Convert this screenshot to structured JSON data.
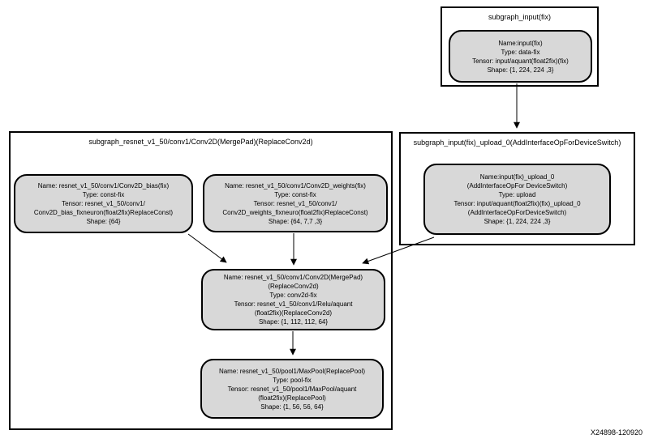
{
  "figure_id": "X24898-120920",
  "colors": {
    "node_fill": "#d8d8d8",
    "border": "#000000",
    "background": "#ffffff"
  },
  "containers": {
    "input_subgraph": {
      "title": "subgraph_input(fix)"
    },
    "conv_subgraph": {
      "title": "subgraph_resnet_v1_50/conv1/Conv2D(MergePad)(ReplaceConv2d)"
    },
    "upload_subgraph": {
      "title": "subgraph_input(fix)_upload_0(AddInterfaceOpForDeviceSwitch)"
    }
  },
  "nodes": {
    "input": {
      "lines": [
        "Name:input(fix)",
        "Type: data-fix",
        "Tensor: input/aquant(float2fix)(fix)",
        "Shape: {1, 224, 224 ,3}"
      ]
    },
    "upload": {
      "lines": [
        "Name:input(fix)_upload_0",
        "(AddInterfaceOpFor DeviceSwitch)",
        "Type: upload",
        "Tensor: input/aquant(float2fix)(fix)_upload_0",
        "(AddInterfaceOpForDeviceSwitch)",
        "Shape: {1, 224, 224 ,3}"
      ]
    },
    "bias": {
      "lines": [
        "Name: resnet_v1_50/conv1/Conv2D_bias(fix)",
        "Type: const-fix",
        "Tensor: resnet_v1_50/conv1/",
        "Conv2D_bias_fixneuron(float2fix)ReplaceConst)",
        "Shape: {64}"
      ]
    },
    "weights": {
      "lines": [
        "Name: resnet_v1_50/conv1/Conv2D_weights(fix)",
        "Type: const-fix",
        "Tensor: resnet_v1_50/conv1/",
        "Conv2D_weights_fixneuro(float2fix)ReplaceConst)",
        "Shape: {64, 7,7 ,3}"
      ]
    },
    "conv": {
      "lines": [
        "Name: resnet_v1_50/conv1/Conv2D(MergePad)",
        "(ReplaceConv2d)",
        "Type: conv2d-fix",
        "Tensor: resnet_v1_50/conv1/Relu/aquant",
        "(float2fix)(ReplaceConv2d)",
        "Shape: {1, 112, 112, 64}"
      ]
    },
    "pool": {
      "lines": [
        "Name: resnet_v1_50/pool1/MaxPool(ReplacePool)",
        "Type: pool-fix",
        "Tensor: resnet_v1_50/pool1/MaxPool/aquant",
        "(float2fix)(ReplacePool)",
        "Shape: {1, 56, 56, 64}"
      ]
    }
  },
  "edges": [
    {
      "from": "input-node",
      "to": "upload-subgraph-box"
    },
    {
      "from": "bias-node",
      "to": "conv2d-node"
    },
    {
      "from": "weights-node",
      "to": "conv2d-node"
    },
    {
      "from": "upload-node",
      "to": "conv2d-node"
    },
    {
      "from": "conv2d-node",
      "to": "maxpool-node"
    }
  ]
}
